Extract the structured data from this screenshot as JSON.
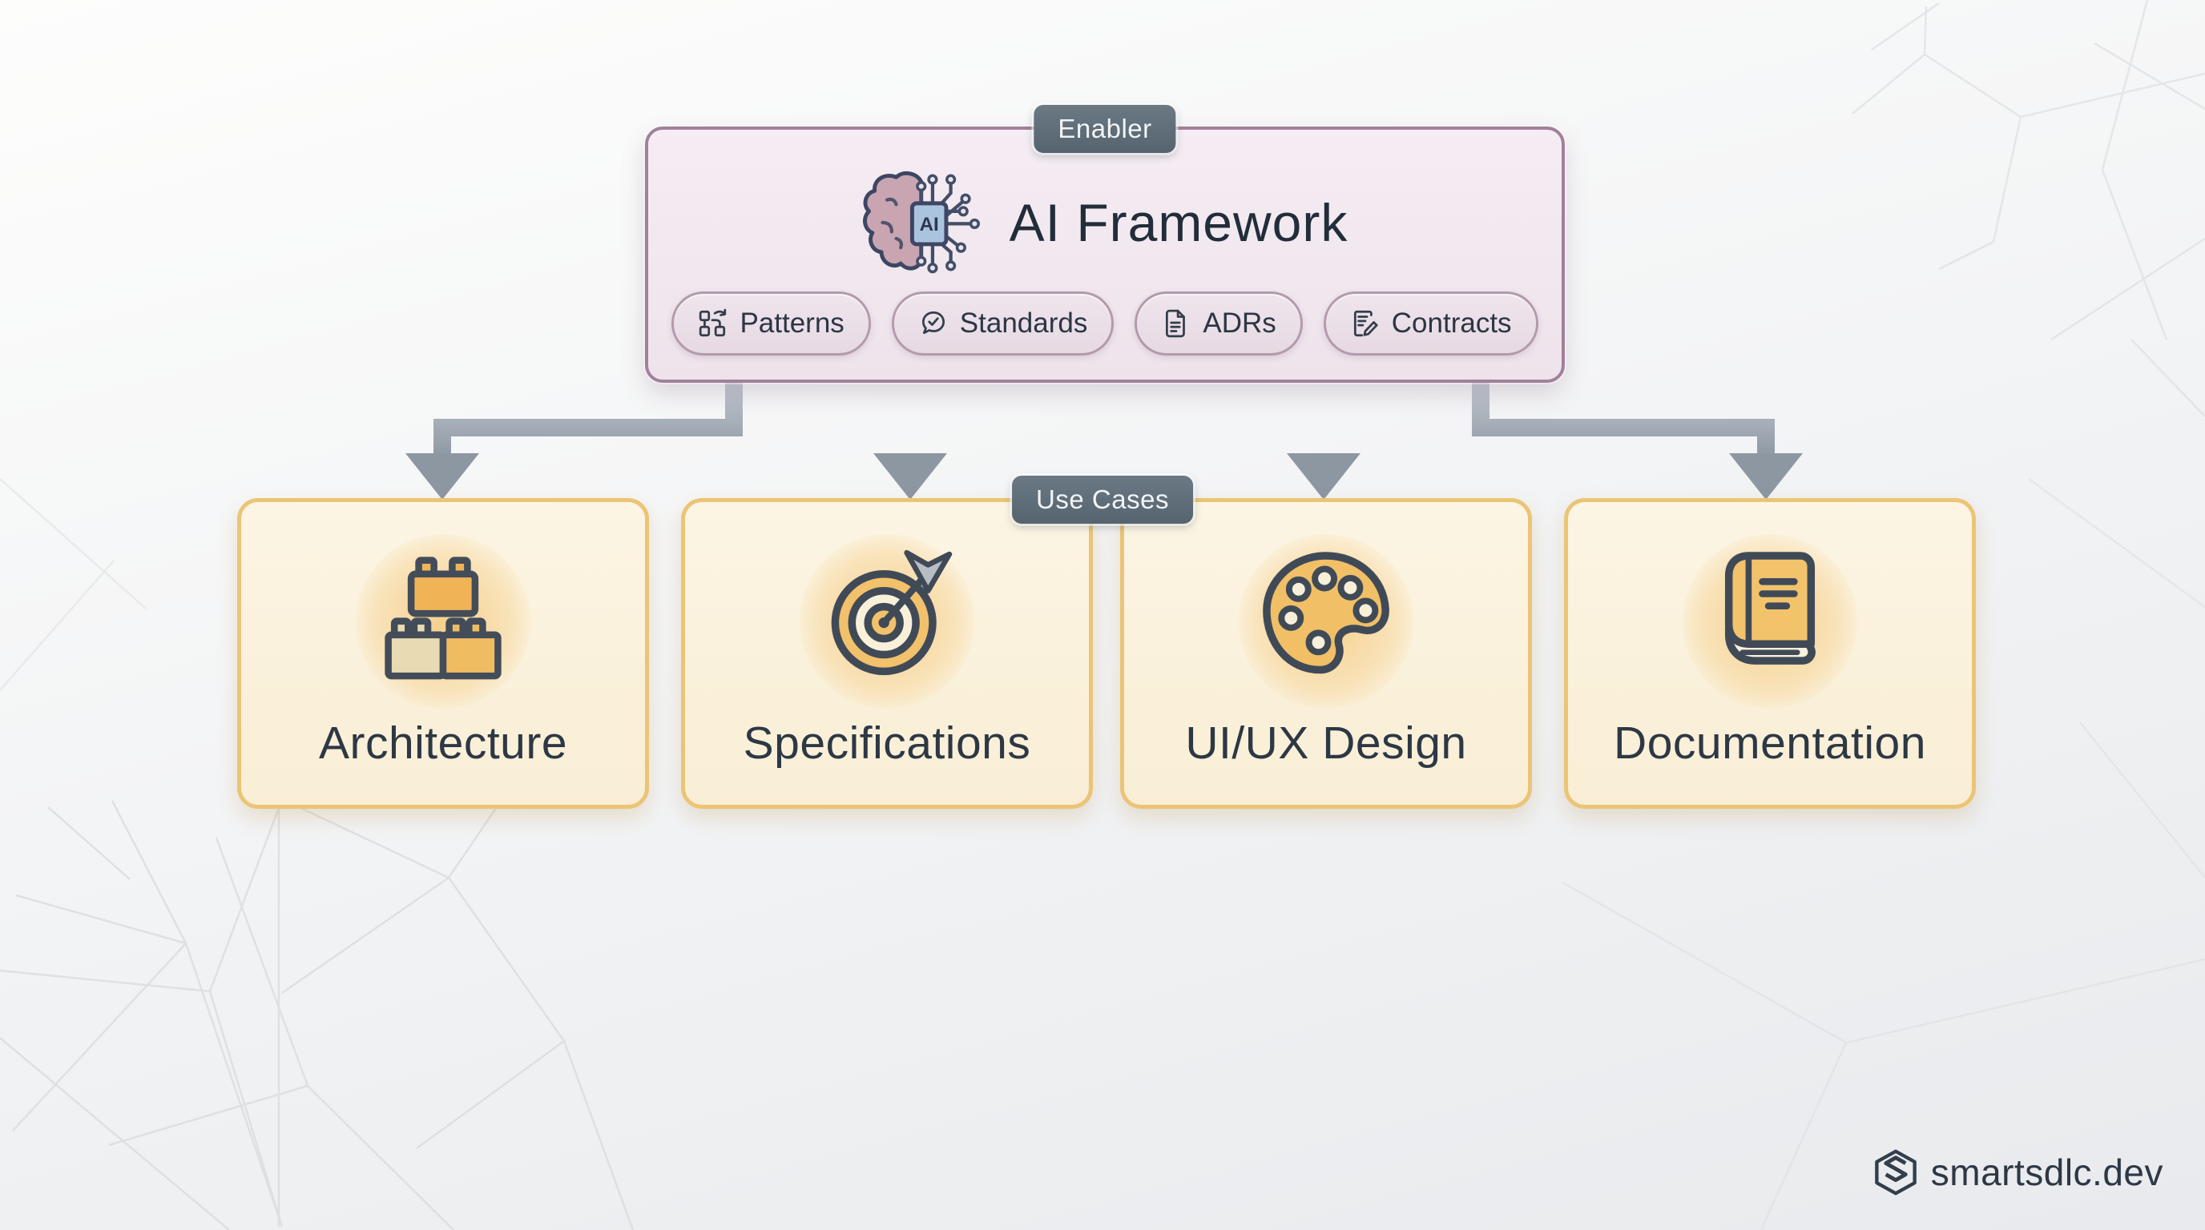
{
  "diagram": {
    "type": "flow",
    "direction": "top-down",
    "connections": [
      {
        "from": "AI Framework",
        "to": "Architecture"
      },
      {
        "from": "AI Framework",
        "to": "Specifications"
      },
      {
        "from": "AI Framework",
        "to": "UI/UX Design"
      },
      {
        "from": "AI Framework",
        "to": "Documentation"
      }
    ]
  },
  "enabler": {
    "badge_label": "Enabler",
    "title": "AI Framework",
    "icon": "ai-brain-circuit-icon",
    "ai_chip_text": "AI",
    "chips": [
      {
        "icon": "patterns-workflow-icon",
        "label": "Patterns"
      },
      {
        "icon": "standards-check-bubble-icon",
        "label": "Standards"
      },
      {
        "icon": "adrs-document-icon",
        "label": "ADRs"
      },
      {
        "icon": "contracts-edit-document-icon",
        "label": "Contracts"
      }
    ]
  },
  "use_cases": {
    "badge_label": "Use Cases",
    "cards": [
      {
        "icon": "architecture-bricks-icon",
        "label": "Architecture"
      },
      {
        "icon": "specifications-target-icon",
        "label": "Specifications"
      },
      {
        "icon": "uiux-palette-icon",
        "label": "UI/UX Design"
      },
      {
        "icon": "documentation-book-icon",
        "label": "Documentation"
      }
    ]
  },
  "footer": {
    "brand": "smartsdlc.dev"
  },
  "colors": {
    "enabler_fill": "#f4ebf2",
    "enabler_border": "#a2809a",
    "chip_fill": "#ece1ea",
    "chip_border": "#b29aac",
    "badge_bg": "#5f6d79",
    "badge_text": "#f1f4f6",
    "card_fill": "#fbf4e1",
    "card_border": "#ebc476",
    "icon_amber": "#f1c16b",
    "icon_glow": "#f6d08d",
    "arrow_gray": "#8d97a2",
    "title_text": "#222d3a",
    "label_text": "#2d3845",
    "pattern_line": "#d8dbde"
  }
}
